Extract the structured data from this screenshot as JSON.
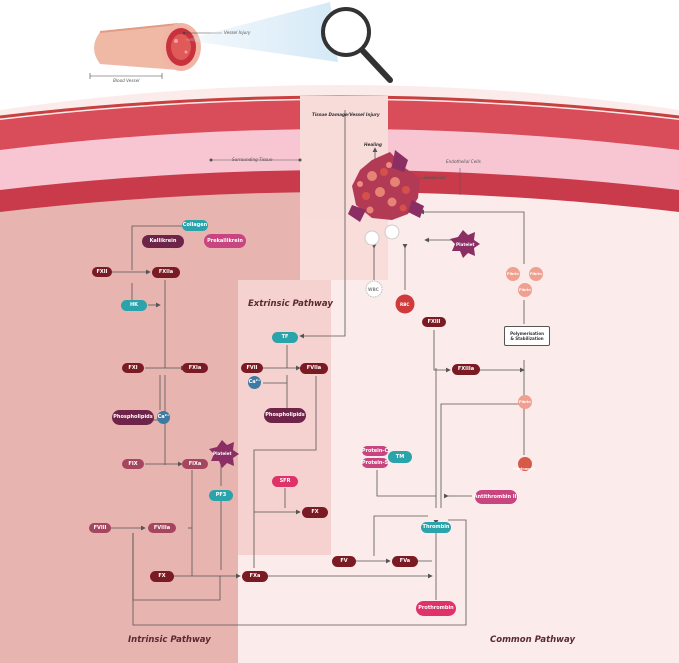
{
  "header": {
    "vessel_injury_label": "Vessel Injury",
    "blood_vessel_label": "Blood Vessel"
  },
  "annotations": {
    "tissue_damage": "Tissue Damage/Vessel Injury",
    "surrounding_tissue": "Surrounding Tissue",
    "healing": "Healing",
    "endothelial_cells": "Endothelial Cells",
    "blood_clot": "Blood Clot",
    "wbc": "WBC",
    "rbc": "RBC"
  },
  "pathways": {
    "extrinsic": "Extrinsic Pathway",
    "intrinsic": "Intrinsic Pathway",
    "common": "Common Pathway"
  },
  "nodes": {
    "collagen": "Collagen",
    "kallikrein": "Kallikrein",
    "prekallikrein": "Prekallikrein",
    "fxii": "FXII",
    "fxiia": "FXIIa",
    "hk": "HK",
    "fxi": "FXI",
    "fxia": "FXIa",
    "phospholipids_intrinsic": "Phospholipids",
    "ca_intrinsic": "Ca²⁺",
    "fix": "FIX",
    "fixa": "FIXa",
    "platelet_intrinsic": "Platelet",
    "pf3": "PF3",
    "fviii": "FVIII",
    "fviiia": "FVIIIa",
    "fx_intrinsic": "FX",
    "fxa": "FXa",
    "tf": "TF",
    "fvii": "FVII",
    "fviia": "FVIIa",
    "ca_extrinsic": "Ca²⁺",
    "phospholipids_extrinsic": "Phospholipids",
    "sfr": "SFR",
    "fx_extrinsic": "FX",
    "fv": "FV",
    "fva": "FVa",
    "prothrombin": "Prothrombin",
    "thrombin": "Thrombin",
    "protein_c": "Protein-C",
    "protein_s": "Protein-S",
    "tm": "TM",
    "antithrombin": "Antithrombin III",
    "fxiii": "FXIII",
    "fxiiia": "FXIIIa",
    "polymerisation_line1": "Polymerisation",
    "polymerisation_line2": "& Stabilization",
    "fibrin_1": "Fibrin",
    "fibrin_2": "Fibrin",
    "fibrin_3": "Fibrin",
    "fibrin_4": "Fibrin",
    "fibrinogen": "Fibrinogen",
    "platelet_clot": "Platelet"
  },
  "colors": {
    "factor_dark": "#7a1b24",
    "factor_purple": "#6e2448",
    "factor_pink": "#c8457f",
    "factor_teal": "#2aa3ab",
    "factor_red": "#e0326a",
    "intrinsic_bg": "#e8b4b0",
    "common_bg": "#fcebeb",
    "extrinsic_bg": "#f5d2cf"
  }
}
